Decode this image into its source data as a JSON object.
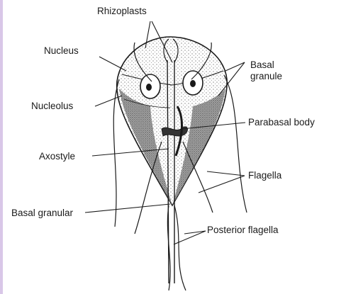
{
  "diagram": {
    "labels": {
      "rhizoplasts": "Rhizoplasts",
      "nucleus": "Nucleus",
      "basal_granule_1": "Basal",
      "basal_granule_2": "granule",
      "nucleolus": "Nucleolus",
      "parabasal_body": "Parabasal body",
      "axostyle": "Axostyle",
      "flagella": "Flagella",
      "basal_granular": "Basal granular",
      "posterior_flagella": "Posterior flagella"
    },
    "colors": {
      "ink": "#1a1a1a",
      "stipple_dark": "#3a3a3a",
      "edge_strip": "#d9c7e8"
    }
  }
}
